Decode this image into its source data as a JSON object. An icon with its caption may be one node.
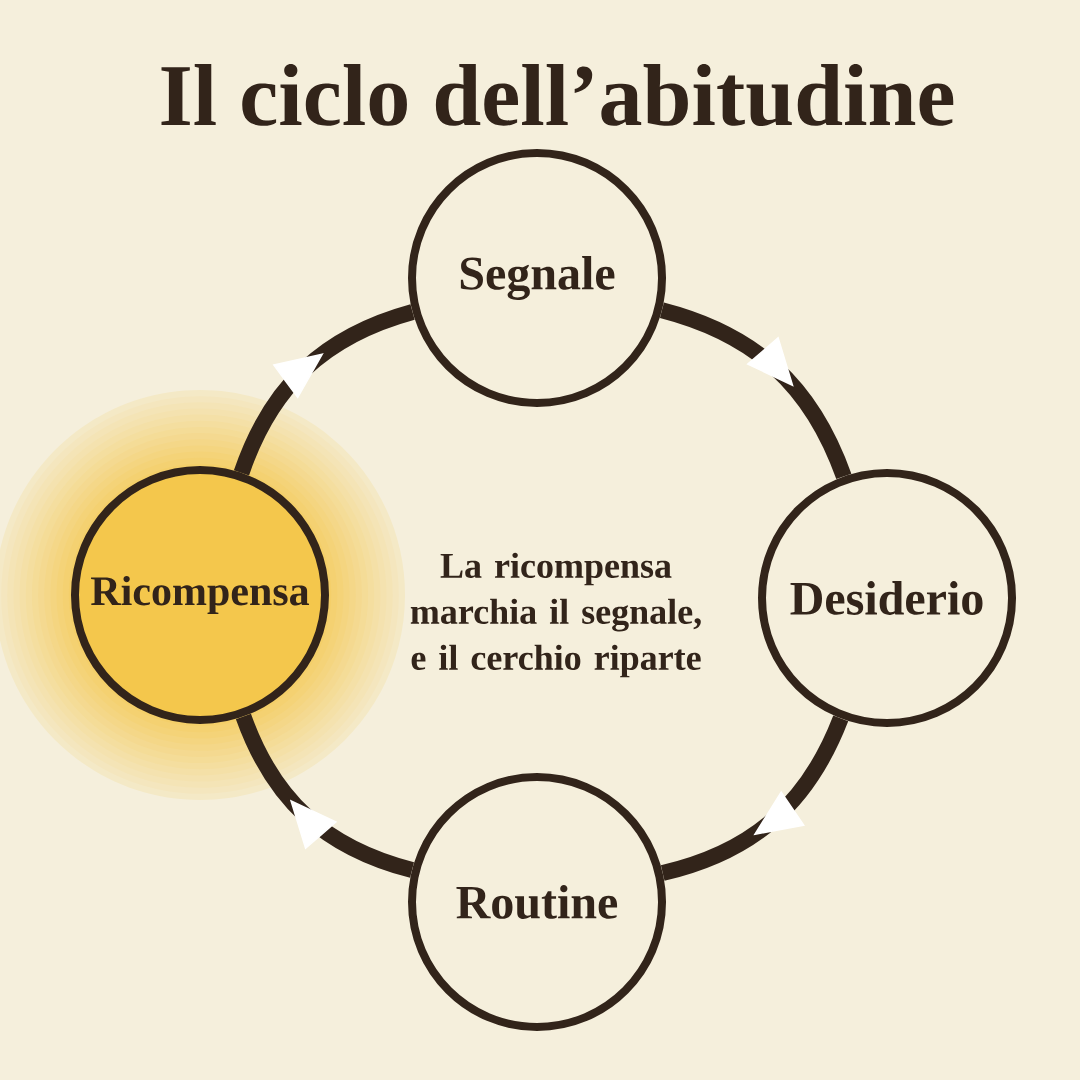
{
  "diagram": {
    "title": "Il ciclo dell’abitudine",
    "nodes": [
      {
        "text": [
          "Segnale"
        ]
      },
      {
        "text": [
          "Desiderio"
        ]
      },
      {
        "text": [
          "Routine"
        ]
      },
      {
        "text": [
          "Ricompensa"
        ]
      }
    ],
    "edges": [
      {
        "from": 0,
        "to": 1,
        "arrow": "to"
      },
      {
        "from": 1,
        "to": 2,
        "arrow": "to"
      },
      {
        "from": 2,
        "to": 3,
        "arrow": "to"
      },
      {
        "from": 3,
        "to": 0,
        "arrow": "to"
      }
    ],
    "labels": [
      "La ricompensa marchia il segnale, e il cerchio riparte"
    ]
  }
}
